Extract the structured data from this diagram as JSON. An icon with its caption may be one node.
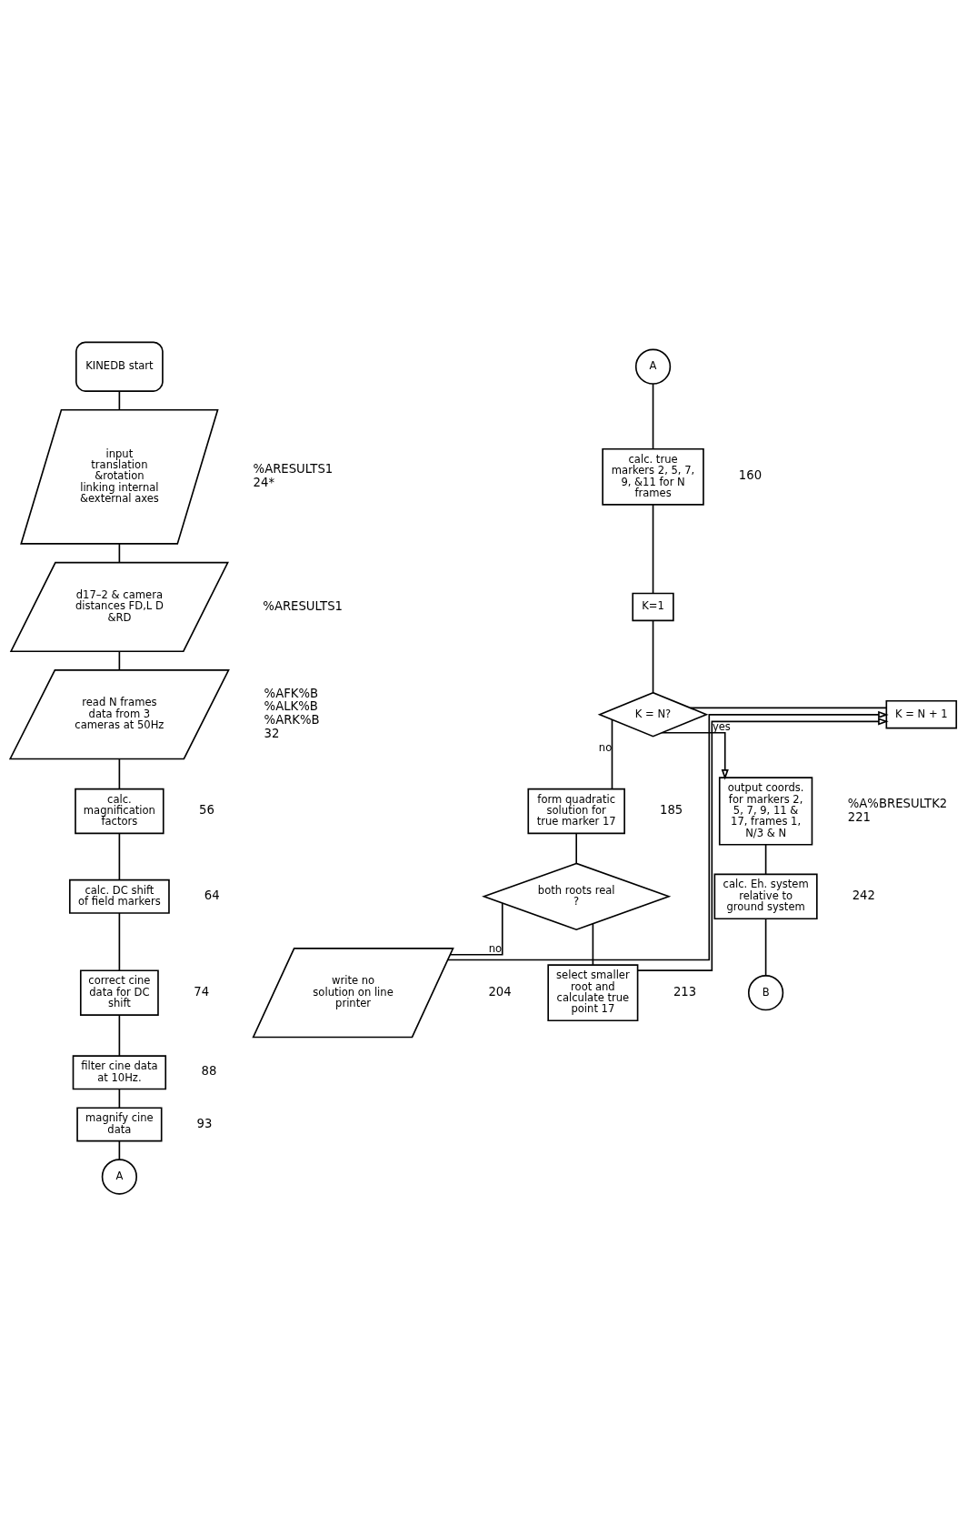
{
  "diagram": {
    "nodes": [
      {
        "text": [
          "KINEDB start"
        ]
      },
      {
        "text": [
          "input translation &rotation linking internal &external axes"
        ],
        "beside": [
          "%ARESULTS1",
          "24*"
        ]
      },
      {
        "text": [
          "d17–2 & camera distances FD,L D &RD"
        ],
        "beside": [
          "%ARESULTS1"
        ]
      },
      {
        "text": [
          "read N frames data from 3 cameras at 50Hz"
        ],
        "beside": [
          "%AFK%B",
          "%ALK%B",
          "%ARK%B",
          "32"
        ]
      },
      {
        "text": [
          "calc. magnification factors"
        ],
        "beside": [
          "56"
        ]
      },
      {
        "text": [
          "calc. DC shift of field markers"
        ],
        "beside": [
          "64"
        ]
      },
      {
        "text": [
          "correct cine data for DC shift"
        ],
        "beside": [
          "74"
        ]
      },
      {
        "text": [
          "filter cine data at 10Hz."
        ],
        "beside": [
          "88"
        ]
      },
      {
        "text": [
          "magnify cine data"
        ],
        "beside": [
          "93"
        ]
      },
      {
        "text": [
          "A"
        ]
      },
      {
        "text": [
          "A"
        ]
      },
      {
        "text": [
          "calc. true markers 2, 5, 7, 9, &11 for N frames"
        ],
        "beside": [
          "160"
        ]
      },
      {
        "text": [
          "K=1"
        ]
      },
      {
        "text": [
          "K = N?"
        ]
      },
      {
        "text": [
          "K = N + 1"
        ]
      },
      {
        "text": [
          "form quadratic solution for true marker 17"
        ],
        "beside": [
          "185"
        ]
      },
      {
        "text": [
          "both roots real ?"
        ]
      },
      {
        "text": [
          "write no solution on line printer"
        ],
        "beside": [
          "204"
        ]
      },
      {
        "text": [
          "select smaller root and calculate true point 17"
        ],
        "beside": [
          "213"
        ]
      },
      {
        "text": [
          "output coords. for markers 2, 5, 7, 9, 11 & 17, frames 1, N/3 & N"
        ],
        "beside": [
          "%A%BRESULTK2",
          "221"
        ]
      },
      {
        "text": [
          "calc. Eh. system relative to ground system"
        ],
        "beside": [
          "242"
        ]
      },
      {
        "text": [
          "B"
        ]
      }
    ],
    "edges": [
      {
        "from": 0,
        "to": 1,
        "arrow": "none"
      },
      {
        "from": 1,
        "to": 2,
        "arrow": "none"
      },
      {
        "from": 2,
        "to": 3,
        "arrow": "none"
      },
      {
        "from": 3,
        "to": 4,
        "arrow": "none"
      },
      {
        "from": 4,
        "to": 5,
        "arrow": "none"
      },
      {
        "from": 5,
        "to": 6,
        "arrow": "none"
      },
      {
        "from": 6,
        "to": 7,
        "arrow": "none"
      },
      {
        "from": 7,
        "to": 8,
        "arrow": "none"
      },
      {
        "from": 8,
        "to": 9,
        "arrow": "none"
      },
      {
        "from": 10,
        "to": 11,
        "arrow": "none"
      },
      {
        "from": 11,
        "to": 12,
        "arrow": "none"
      },
      {
        "from": 12,
        "to": 13,
        "arrow": "none"
      },
      {
        "from": 13,
        "to": 19,
        "arrow": "to",
        "label": "yes"
      },
      {
        "from": 13,
        "to": 15,
        "arrow": "none",
        "label": "no"
      },
      {
        "from": 14,
        "to": 13,
        "arrow": "none"
      },
      {
        "from": 15,
        "to": 16,
        "arrow": "none"
      },
      {
        "from": 16,
        "to": 17,
        "arrow": "none",
        "label": "no"
      },
      {
        "from": 17,
        "to": 14,
        "arrow": "to"
      },
      {
        "from": 16,
        "to": 18,
        "arrow": "none"
      },
      {
        "from": 18,
        "to": 14,
        "arrow": "to"
      },
      {
        "from": 19,
        "to": 20,
        "arrow": "none"
      },
      {
        "from": 20,
        "to": 21,
        "arrow": "none"
      }
    ]
  }
}
